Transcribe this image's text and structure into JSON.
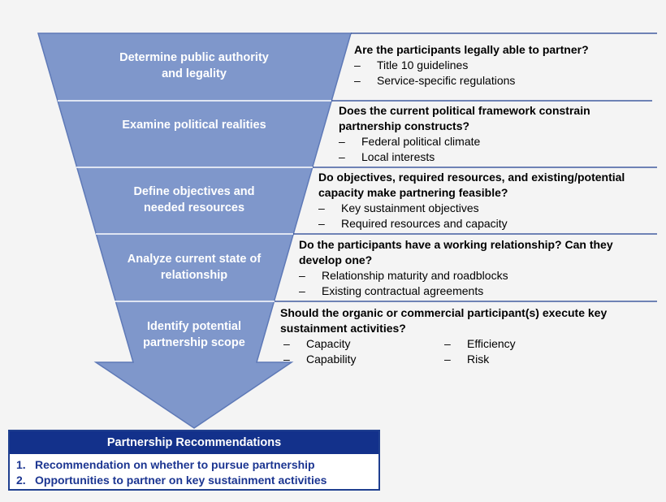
{
  "stages": [
    {
      "label": "Determine public authority and legality"
    },
    {
      "label": "Examine political realities"
    },
    {
      "label": "Define objectives and needed resources"
    },
    {
      "label": "Analyze current state of relationship"
    },
    {
      "label": "Identify potential partnership scope"
    }
  ],
  "questions": [
    {
      "title": "Are the participants legally able to partner?",
      "items": [
        "Title 10 guidelines",
        "Service-specific regulations"
      ]
    },
    {
      "title": "Does the current political framework constrain partnership constructs?",
      "items": [
        "Federal political climate",
        "Local interests"
      ]
    },
    {
      "title": "Do objectives, required resources, and existing/potential capacity make partnering feasible?",
      "items": [
        "Key sustainment objectives",
        "Required resources and capacity"
      ]
    },
    {
      "title": "Do the participants have a working relationship?  Can they develop one?",
      "items": [
        "Relationship maturity and roadblocks",
        "Existing contractual agreements"
      ]
    },
    {
      "title": "Should the organic or commercial participant(s) execute key sustainment activities?",
      "items_left": [
        "Capacity",
        "Capability"
      ],
      "items_right": [
        "Efficiency",
        "Risk"
      ]
    }
  ],
  "dash": "–",
  "recommendations": {
    "title": "Partnership Recommendations",
    "items": [
      {
        "num": "1.",
        "text": "Recommendation on whether to pursue partnership"
      },
      {
        "num": "2.",
        "text": "Opportunities to partner on key sustainment activities"
      }
    ]
  },
  "colors": {
    "funnel": "#7f97cb",
    "funnel_edge": "#5e79b7",
    "header": "#13318b",
    "rec_text": "#1b3591"
  }
}
